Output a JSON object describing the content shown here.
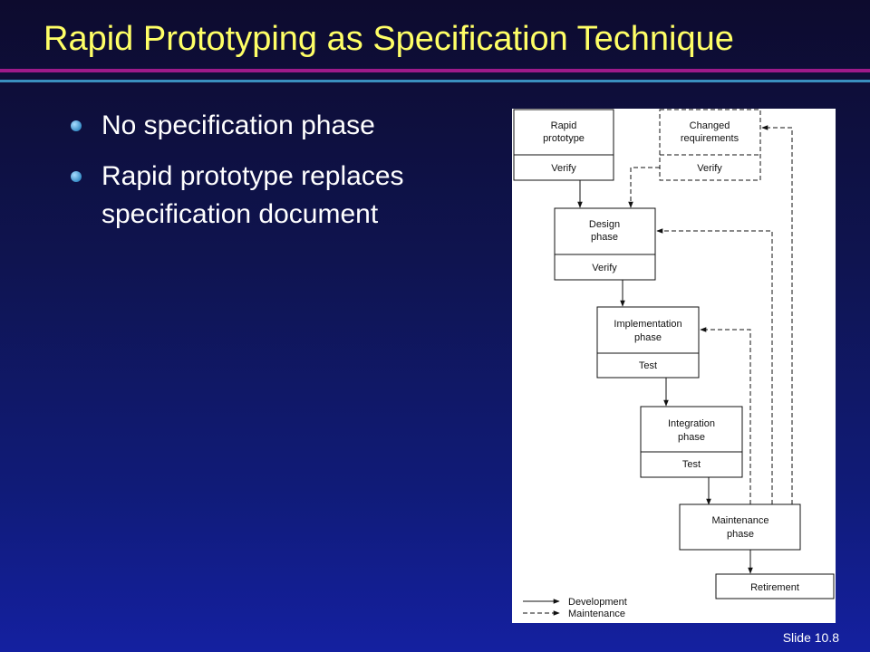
{
  "slide": {
    "title": "Rapid Prototyping as Specification Technique",
    "bullets": [
      "No specification phase",
      "Rapid prototype replaces specification document"
    ],
    "slide_number": "Slide 10.8"
  },
  "diagram": {
    "boxes": {
      "rapid_prototype": {
        "name": [
          "Rapid",
          "prototype"
        ],
        "action": "Verify"
      },
      "changed_requirements": {
        "name": [
          "Changed",
          "requirements"
        ],
        "action": "Verify"
      },
      "design": {
        "name": [
          "Design",
          "phase"
        ],
        "action": "Verify"
      },
      "implementation": {
        "name": [
          "Implementation",
          "phase"
        ],
        "action": "Test"
      },
      "integration": {
        "name": [
          "Integration",
          "phase"
        ],
        "action": "Test"
      },
      "maintenance": {
        "name": [
          "Maintenance",
          "phase"
        ]
      },
      "retirement": {
        "name": [
          "Retirement"
        ]
      }
    },
    "legend": {
      "development": "Development",
      "maintenance": "Maintenance"
    }
  },
  "colors": {
    "title": "#ffff66",
    "rule_top": "#9e1a8a",
    "rule_bottom": "#3a8fc0"
  }
}
